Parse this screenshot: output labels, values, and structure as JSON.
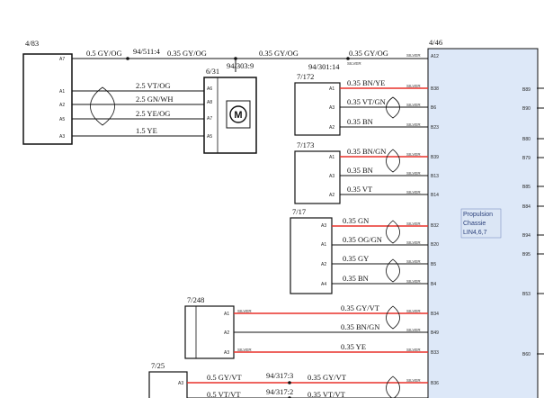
{
  "connectors": {
    "c483": "4/83",
    "c446": "4/46",
    "c631": "6/31",
    "c7172": "7/172",
    "c7173": "7/173",
    "c717": "7/17",
    "c7248": "7/248",
    "c725": "7/25"
  },
  "splices": {
    "s1": "94/511:4",
    "s2": "94/303:9",
    "s3": "94/301:14",
    "s4": "94/317:3",
    "s5": "94/317:2"
  },
  "motor_symbol": "M",
  "silver": "SILVER",
  "ecu_label": [
    "Propulsion",
    "Chassie",
    "LIN4,6,7"
  ],
  "pins": {
    "c483": [
      "A7",
      "A1",
      "A2",
      "A5",
      "A3"
    ],
    "c631": [
      "A6",
      "A8",
      "A7",
      "A5"
    ],
    "c7172": [
      "A1",
      "A3",
      "A2"
    ],
    "c7173": [
      "A1",
      "A3",
      "A2"
    ],
    "c717": [
      "A3",
      "A1",
      "A2",
      "A4"
    ],
    "c7248": [
      "A1",
      "A2",
      "A3"
    ],
    "c725": [
      "A3"
    ],
    "ecu_left": [
      "A12",
      "B38",
      "B6",
      "B23",
      "B39",
      "B13",
      "B14",
      "B32",
      "B20",
      "B5",
      "B4",
      "B34",
      "B49",
      "B33",
      "B36"
    ],
    "ecu_right": [
      "B89",
      "B90",
      "B80",
      "B79",
      "B85",
      "B84",
      "B94",
      "B95",
      "B53",
      "B60"
    ]
  },
  "wires": {
    "w_top1": "0.5 GY/OG",
    "w_top2": "0.35 GY/OG",
    "w_top3": "0.35 GY/OG",
    "w_top4": "0.35 GY/OG",
    "m1": "2.5 VT/OG",
    "m2": "2.5 GN/WH",
    "m3": "2.5 YE/OG",
    "m4": "1.5 YE",
    "a1": "0.35 BN/YE",
    "a2": "0.35 VT/GN",
    "a3": "0.35 BN",
    "b1": "0.35 BN/GN",
    "b2": "0.35 BN",
    "b3": "0.35 VT",
    "c1": "0.35 GN",
    "c2": "0.35 OG/GN",
    "c3": "0.35 GY",
    "c4": "0.35 BN",
    "d1": "0.35 GY/VT",
    "d2": "0.35 BN/GN",
    "d3": "0.35 YE",
    "e1": "0.5 GY/VT",
    "e2": "0.35 GY/VT",
    "e3": "0.5 VT/VT",
    "e4": "0.35 VT/VT"
  },
  "colors": {
    "red": "#e8312a",
    "ecu_fill": "#dde8f8",
    "line": "#111111"
  }
}
